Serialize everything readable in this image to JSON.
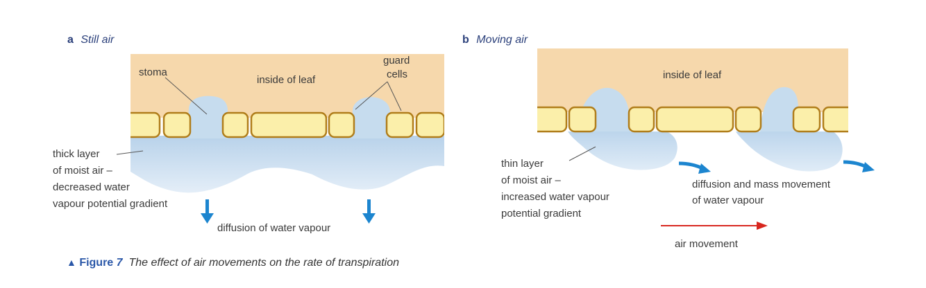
{
  "panel_a": {
    "letter": "a",
    "title": "Still air",
    "labels": {
      "stoma": "stoma",
      "inside": "inside of leaf",
      "guard_1": "guard",
      "guard_2": "cells",
      "thick_1": "thick layer",
      "thick_2": "of moist air –",
      "thick_3": "decreased water",
      "thick_4": "vapour potential gradient",
      "diffusion": "diffusion of water vapour"
    }
  },
  "panel_b": {
    "letter": "b",
    "title": "Moving air",
    "labels": {
      "inside": "inside of leaf",
      "thin_1": "thin layer",
      "thin_2": "of moist air –",
      "thin_3": "increased water vapour",
      "thin_4": "potential gradient",
      "mass_1": "diffusion and mass movement",
      "mass_2": "of water vapour",
      "air": "air movement"
    }
  },
  "caption": {
    "marker": "▲",
    "figure": "Figure",
    "number": "7",
    "text": "The effect of air movements on the rate of transpiration"
  },
  "colors": {
    "leaf_interior": "#f6d8ac",
    "cell_outline": "#b07d1a",
    "cell_fill": "#fbefaa",
    "vapour": "#c6dcee",
    "vapour_arrow": "#1c85cf",
    "air_arrow": "#d8261e"
  }
}
